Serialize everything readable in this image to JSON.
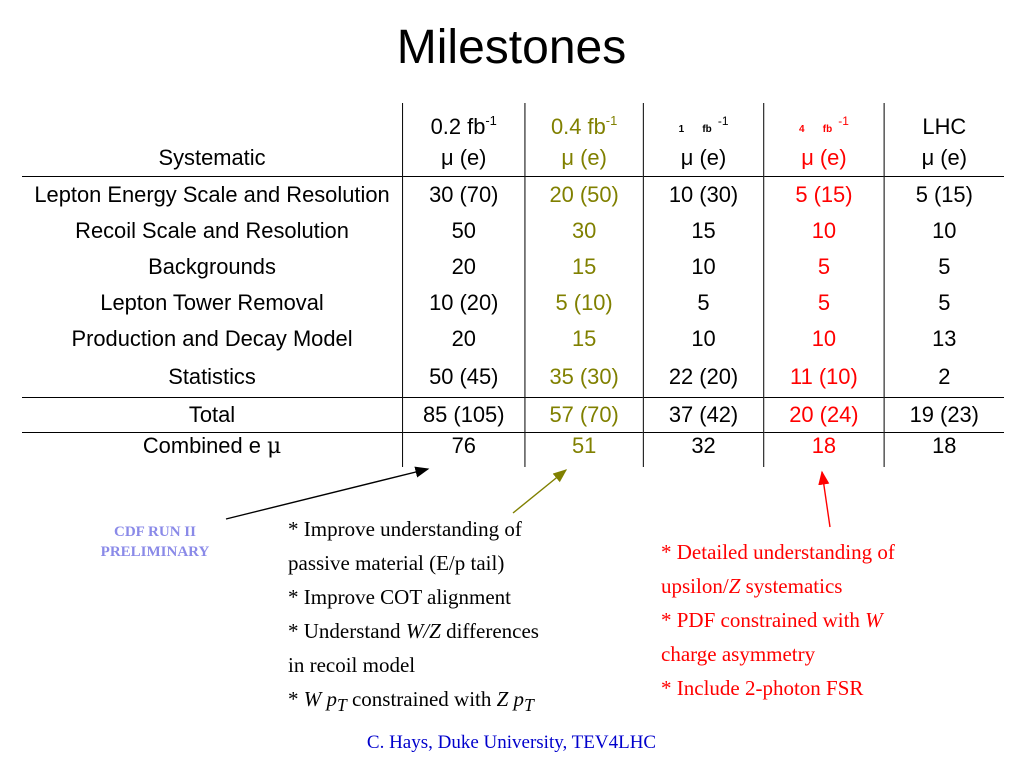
{
  "title": "Milestones",
  "table": {
    "header_label": "Systematic",
    "columns": [
      {
        "lum": "0.2 fb",
        "exp": "-1",
        "unit": "μ (e)"
      },
      {
        "lum": "0.4 fb",
        "exp": "-1",
        "unit": "μ (e)"
      },
      {
        "lum_num": "1",
        "lum_unit": "fb",
        "exp": "-1",
        "unit": "μ (e)"
      },
      {
        "lum_num": "4",
        "lum_unit": "fb",
        "exp": "-1",
        "unit": "μ (e)"
      },
      {
        "lum": "LHC",
        "unit": "μ (e)"
      }
    ],
    "rows": [
      {
        "label": "Lepton Energy Scale and Resolution",
        "values": [
          "30 (70)",
          "20 (50)",
          "10 (30)",
          "5 (15)",
          "5 (15)"
        ]
      },
      {
        "label": "Recoil Scale and Resolution",
        "values": [
          "50",
          "30",
          "15",
          "10",
          "10"
        ]
      },
      {
        "label": "Backgrounds",
        "values": [
          "20",
          "15",
          "10",
          "5",
          "5"
        ]
      },
      {
        "label": "Lepton Tower Removal",
        "values": [
          "10 (20)",
          "5 (10)",
          "5",
          "5",
          "5"
        ]
      },
      {
        "label": "Production and Decay Model",
        "values": [
          "20",
          "15",
          "10",
          "10",
          "13"
        ]
      },
      {
        "label": "Statistics",
        "values": [
          "50 (45)",
          "35 (30)",
          "22 (20)",
          "11 (10)",
          "2"
        ]
      }
    ],
    "total": {
      "label": "Total",
      "values": [
        "85 (105)",
        "57 (70)",
        "37 (42)",
        "20 (24)",
        "19 (23)"
      ]
    },
    "combined": {
      "label": "Combined e ",
      "mu": "μ",
      "values": [
        "76",
        "51",
        "32",
        "18",
        "18"
      ]
    }
  },
  "cdf_label": {
    "line1": "CDF RUN II",
    "line2": "PRELIMINARY"
  },
  "notes_left": {
    "l1": "* Improve understanding of",
    "l2": "passive material (E/p tail)",
    "l3": "* Improve COT alignment",
    "l4a": "* Understand ",
    "l4b": "W/Z",
    "l4c": " differences",
    "l5": "in recoil model",
    "l6a": "* ",
    "l6b": "W p",
    "l6c": "T",
    "l6d": " constrained with ",
    "l6e": "Z p",
    "l6f": "T"
  },
  "notes_right": {
    "l1": "* Detailed understanding of",
    "l2a": "upsilon/",
    "l2b": "Z",
    "l2c": " systematics",
    "l3a": "* PDF constrained with ",
    "l3b": "W",
    "l4": "charge asymmetry",
    "l5": "* Include 2-photon FSR"
  },
  "footer": "C. Hays, Duke University, TEV4LHC",
  "colors": {
    "olive": "#808000",
    "red": "#ff0000",
    "blue": "#0000cc",
    "cdf": "#8a8ae8"
  }
}
